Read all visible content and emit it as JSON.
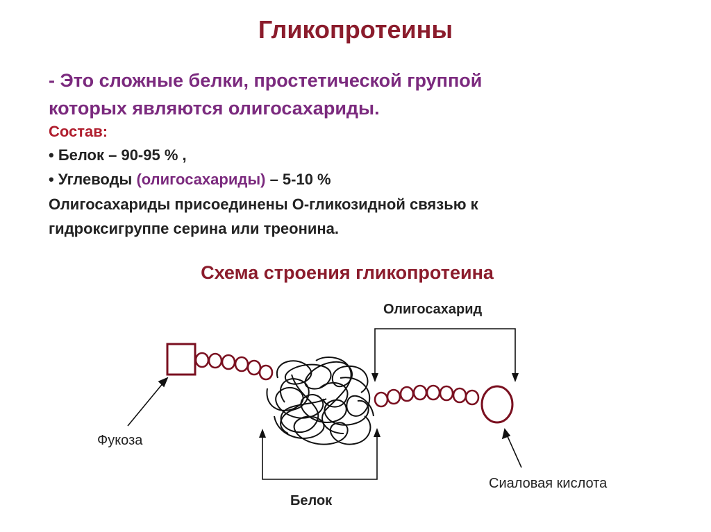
{
  "title": "Гликопротеины",
  "definition": {
    "line1": "- Это сложные белки, простетической группой",
    "line2": "которых являются олигосахариды."
  },
  "composition": {
    "label": "Состав:",
    "protein_prefix": "• Белок –  90-95 % ,",
    "carb_prefix": "• Углеводы ",
    "carb_highlight": "(олигосахариды)",
    "carb_suffix": " – 5-10 %",
    "note_line1": "Олигосахариды присоединены О-гликозидной связью к",
    "note_line2": "гидроксигруппе серина или треонина."
  },
  "diagram": {
    "title": "Схема строения гликопротеина",
    "labels": {
      "oligosaccharide": "Олигосахарид",
      "fucose": "Фукоза",
      "protein": "Белок",
      "sialic_acid": "Сиаловая кислота"
    },
    "colors": {
      "chain": "#7a1020",
      "coil": "#111111",
      "arrow": "#111111"
    }
  }
}
